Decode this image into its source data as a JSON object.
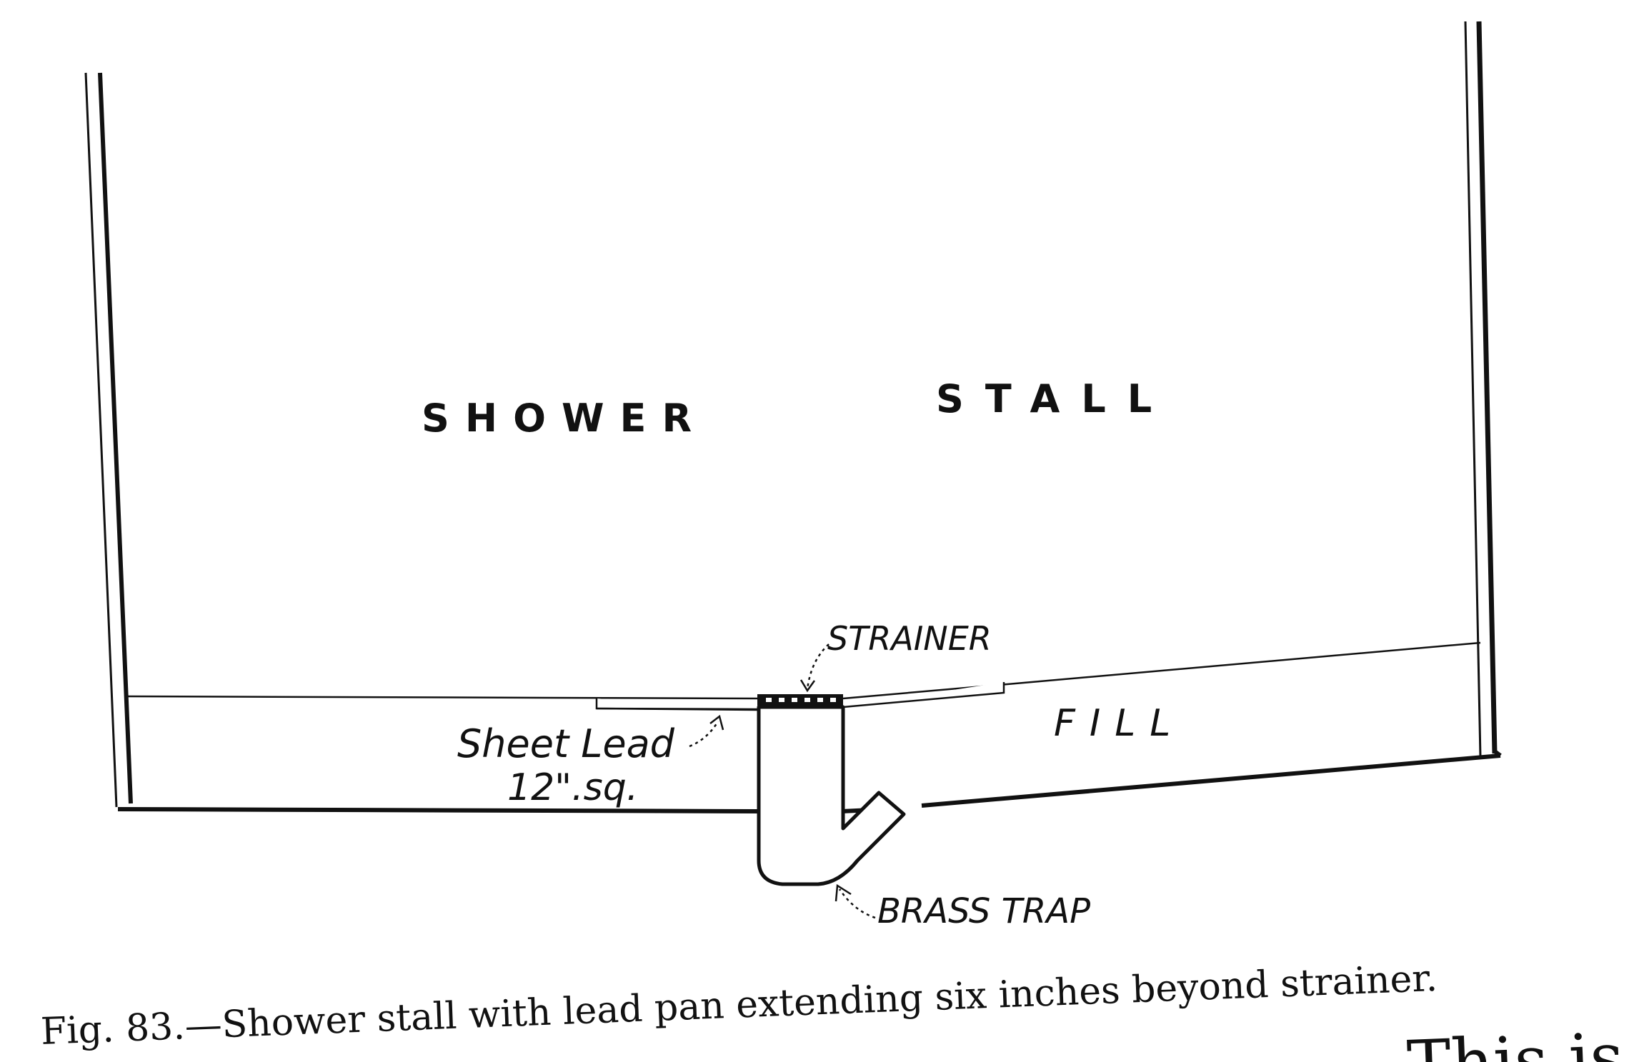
{
  "diagram": {
    "labels": {
      "shower": "SHOWER",
      "stall": "STALL",
      "strainer": "STRAINER",
      "fill": "FILL",
      "sheet_lead_line1": "Sheet Lead",
      "sheet_lead_line2": "12\".sq.",
      "brass_trap": "BRASS TRAP"
    },
    "colors": {
      "ink": "#111111",
      "paper": "#ffffff"
    }
  },
  "caption": {
    "fig_prefix": "Fig. 83.",
    "text": "—Shower stall with lead pan extending six inches beyond strainer."
  },
  "page_fragment": {
    "text": "This is"
  }
}
